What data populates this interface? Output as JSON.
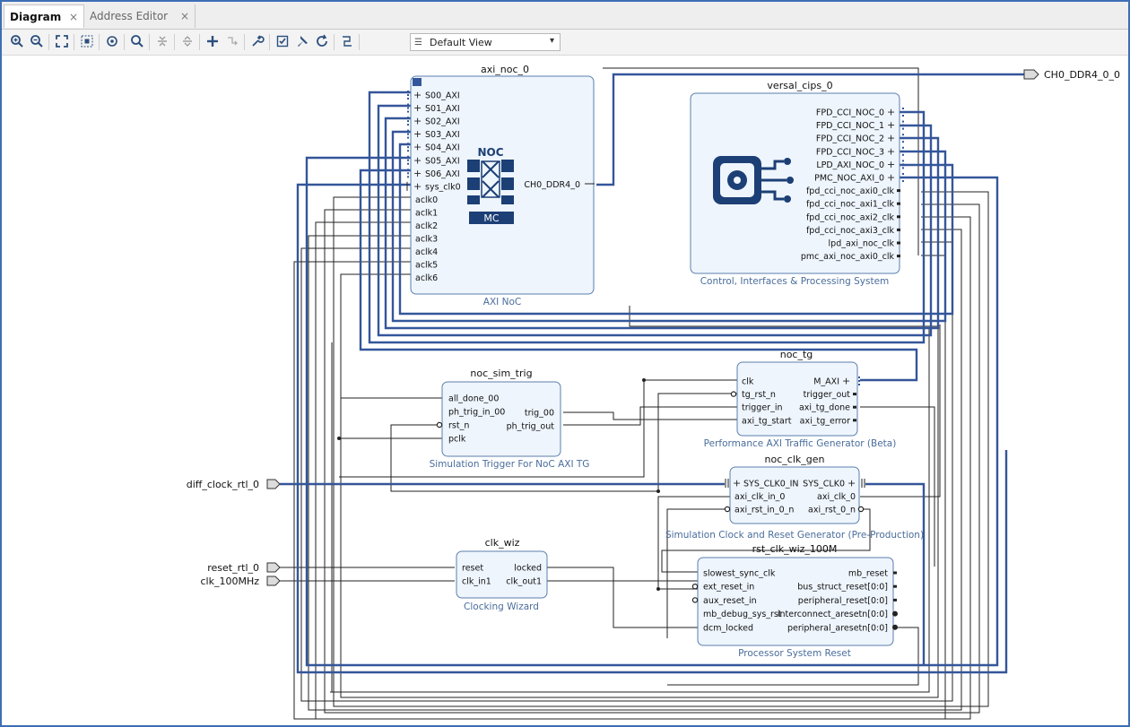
{
  "tabs": [
    {
      "label": "Diagram",
      "active": true
    },
    {
      "label": "Address Editor",
      "active": false
    }
  ],
  "tab_close_glyph": "×",
  "toolbar": {
    "icons": [
      "zoom-in-icon",
      "zoom-out-icon",
      "fit-view-icon",
      "fit-selection-icon",
      "auto-connect-icon",
      "search-icon",
      "collapse-icon",
      "expand-icon",
      "add-ip-icon",
      "run-connection-icon",
      "validate-icon",
      "design-check-icon",
      "pin-icon",
      "regenerate-icon",
      "optimize-routing-icon"
    ],
    "view_select": "Default View"
  },
  "external_ports": {
    "ddr_out": "CH0_DDR4_0_0",
    "diff_clock": "diff_clock_rtl_0",
    "reset": "reset_rtl_0",
    "clk": "clk_100MHz"
  },
  "blocks": {
    "axi_noc": {
      "name": "axi_noc_0",
      "subtitle": "AXI NoC",
      "ports_left": [
        "S00_AXI",
        "S01_AXI",
        "S02_AXI",
        "S03_AXI",
        "S04_AXI",
        "S05_AXI",
        "S06_AXI",
        "sys_clk0",
        "aclk0",
        "aclk1",
        "aclk2",
        "aclk3",
        "aclk4",
        "aclk5",
        "aclk6"
      ],
      "port_right": "CH0_DDR4_0",
      "logo_top": "NOC",
      "logo_bottom": "MC"
    },
    "versal_cips": {
      "name": "versal_cips_0",
      "subtitle": "Control, Interfaces & Processing System",
      "ports_right": [
        "FPD_CCI_NOC_0",
        "FPD_CCI_NOC_1",
        "FPD_CCI_NOC_2",
        "FPD_CCI_NOC_3",
        "LPD_AXI_NOC_0",
        "PMC_NOC_AXI_0",
        "fpd_cci_noc_axi0_clk",
        "fpd_cci_noc_axi1_clk",
        "fpd_cci_noc_axi2_clk",
        "fpd_cci_noc_axi3_clk",
        "lpd_axi_noc_clk",
        "pmc_axi_noc_axi0_clk"
      ]
    },
    "noc_tg": {
      "name": "noc_tg",
      "subtitle": "Performance AXI Traffic Generator (Beta)",
      "ports_left": [
        "clk",
        "tg_rst_n",
        "trigger_in",
        "axi_tg_start"
      ],
      "ports_right": [
        "M_AXI",
        "trigger_out",
        "axi_tg_done",
        "axi_tg_error"
      ]
    },
    "noc_sim_trig": {
      "name": "noc_sim_trig",
      "subtitle": "Simulation Trigger For NoC AXI TG",
      "ports_left": [
        "all_done_00",
        "ph_trig_in_00",
        "rst_n",
        "pclk"
      ],
      "ports_right": [
        "trig_00",
        "ph_trig_out"
      ]
    },
    "noc_clk_gen": {
      "name": "noc_clk_gen",
      "subtitle": "Simulation Clock and Reset Generator (Pre-Production)",
      "ports_left": [
        "SYS_CLK0_IN",
        "axi_clk_in_0",
        "axi_rst_in_0_n"
      ],
      "ports_right": [
        "SYS_CLK0",
        "axi_clk_0",
        "axi_rst_0_n"
      ]
    },
    "clk_wiz": {
      "name": "clk_wiz",
      "subtitle": "Clocking Wizard",
      "ports_left": [
        "reset",
        "clk_in1"
      ],
      "ports_right": [
        "locked",
        "clk_out1"
      ]
    },
    "rst_clk_wiz": {
      "name": "rst_clk_wiz_100M",
      "subtitle": "Processor System Reset",
      "ports_left": [
        "slowest_sync_clk",
        "ext_reset_in",
        "aux_reset_in",
        "mb_debug_sys_rst",
        "dcm_locked"
      ],
      "ports_right": [
        "mb_reset",
        "bus_struct_reset[0:0]",
        "peripheral_reset[0:0]",
        "interconnect_aresetn[0:0]",
        "peripheral_aresetn[0:0]"
      ]
    }
  },
  "colors": {
    "block_fill": "#eef5fd",
    "block_border": "#5b7fad",
    "bus": "#34569a",
    "wire": "#222222",
    "subtitle": "#4a6d9c"
  }
}
